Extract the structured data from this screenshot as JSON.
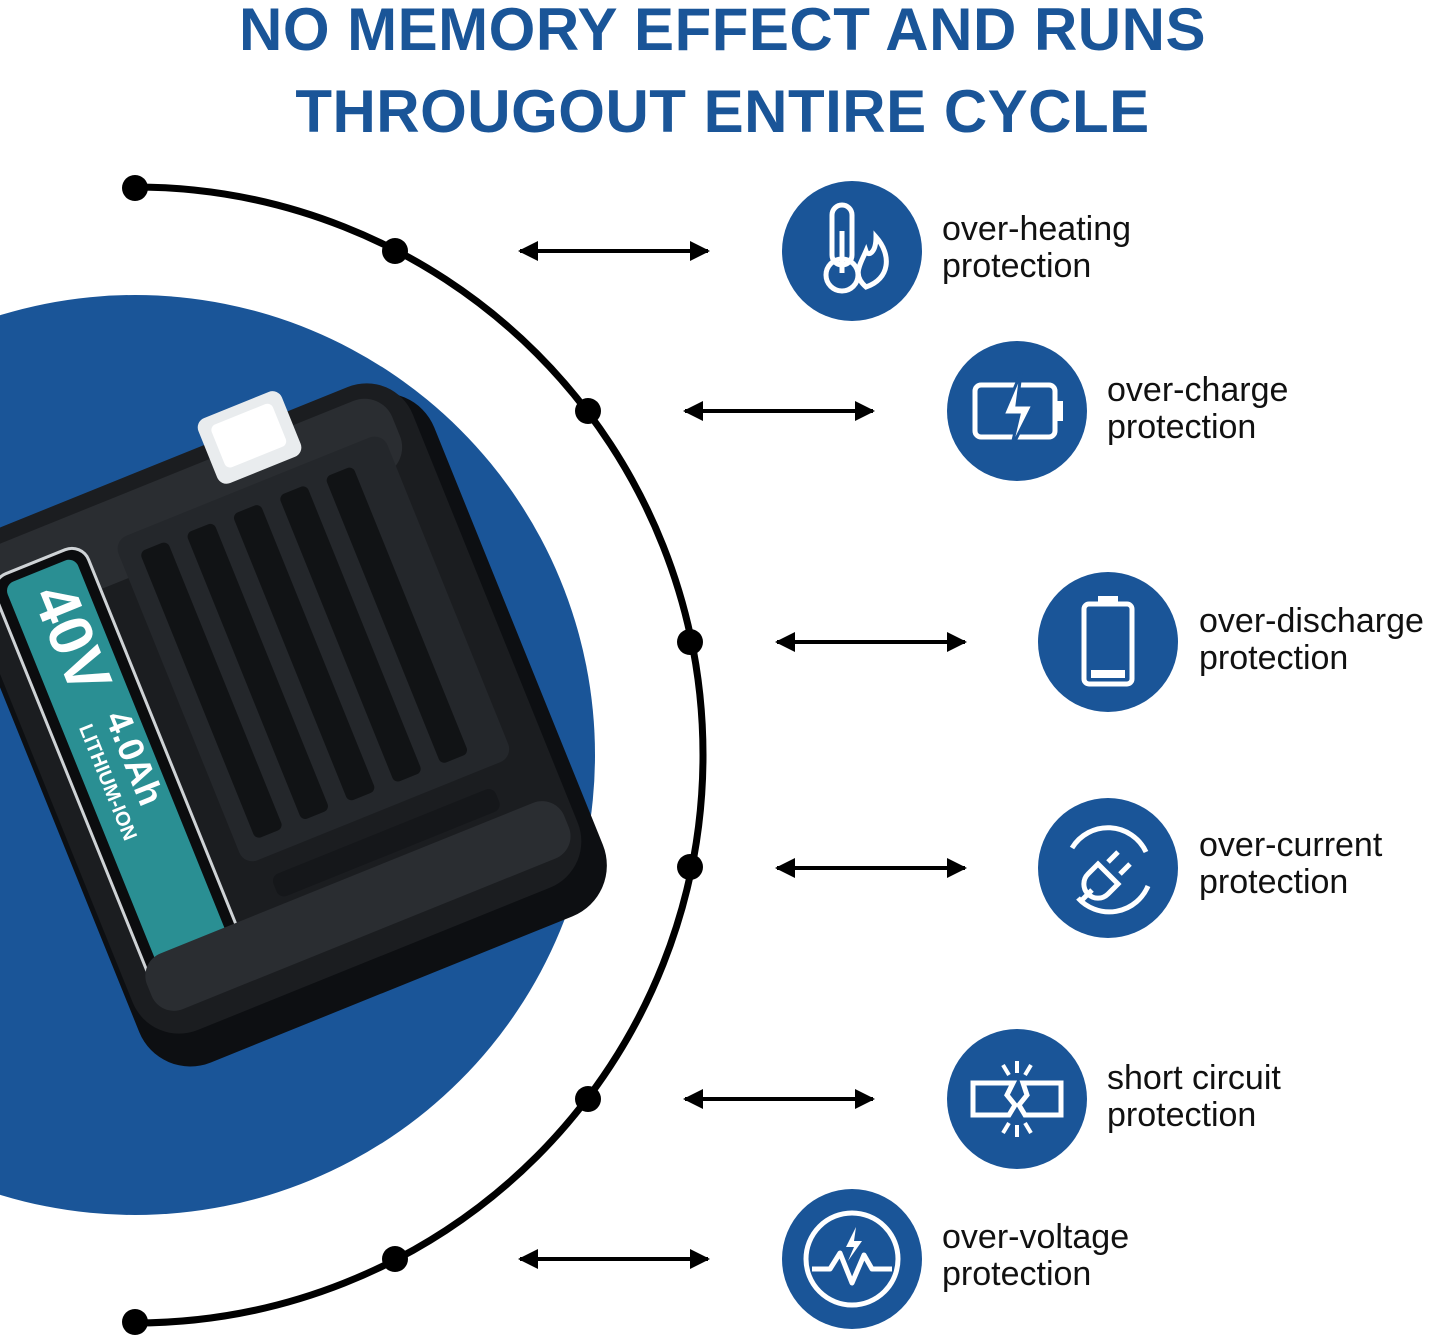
{
  "headline": {
    "line1": "NO MEMORY EFFECT AND RUNS",
    "line2": "THROUGOUT ENTIRE CYCLE"
  },
  "battery": {
    "voltage_text": "40V",
    "capacity_text": "4.0Ah",
    "chemistry_text": "LITHIUM-ION"
  },
  "features": [
    {
      "icon": "thermometer-flame-icon",
      "line1": "over-heating",
      "line2": "protection"
    },
    {
      "icon": "battery-bolt-icon",
      "line1": "over-charge",
      "line2": "protection"
    },
    {
      "icon": "battery-empty-icon",
      "line1": "over-discharge",
      "line2": "protection"
    },
    {
      "icon": "plug-cycle-icon",
      "line1": "over-current",
      "line2": "protection"
    },
    {
      "icon": "broken-circuit-icon",
      "line1": "short circuit",
      "line2": "protection"
    },
    {
      "icon": "voltage-wave-icon",
      "line1": "over-voltage",
      "line2": "protection"
    }
  ],
  "colors": {
    "brand_blue": "#1a5598",
    "icon_blue": "#1a5598",
    "label_teal": "#2a8f93",
    "battery_body": "#1b1d20",
    "arc_black": "#000000"
  }
}
